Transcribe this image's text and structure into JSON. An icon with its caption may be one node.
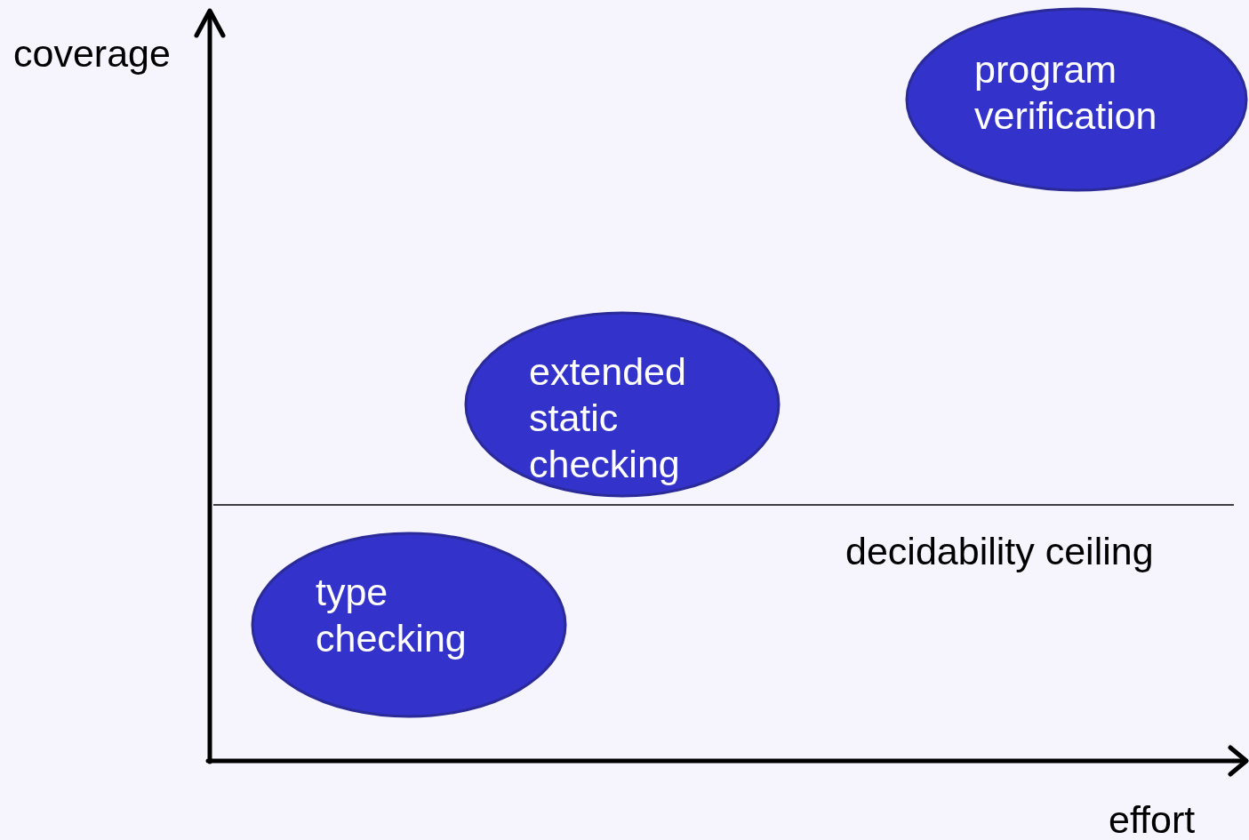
{
  "diagram": {
    "nodes": [
      {
        "text": [
          "program verification"
        ]
      },
      {
        "text": [
          "extended static checking"
        ]
      },
      {
        "text": [
          "type checking"
        ]
      }
    ],
    "labels": [
      "coverage",
      "decidability ceiling",
      "effort"
    ]
  }
}
